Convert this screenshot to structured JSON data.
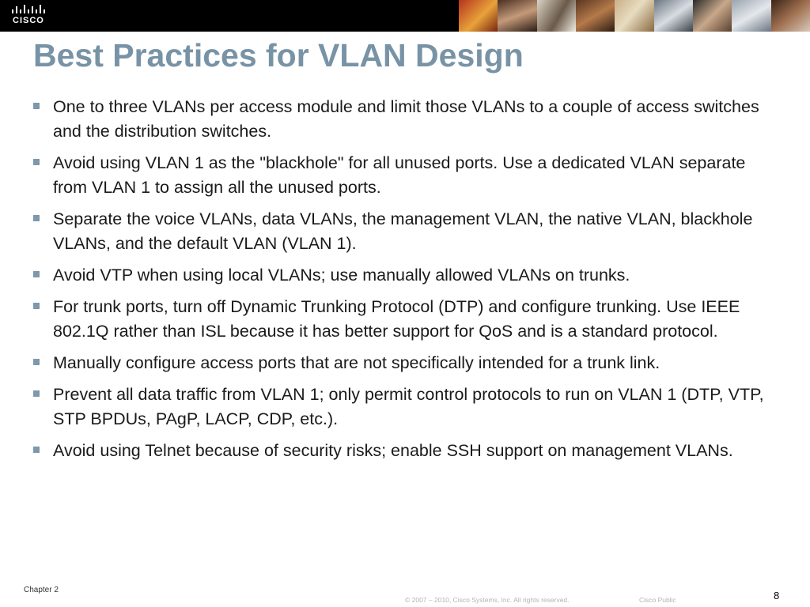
{
  "header": {
    "logo_text": "CISCO",
    "logo_icon": "cisco-bridge-logo-icon",
    "band_color": "#000000"
  },
  "title": "Best Practices for VLAN Design",
  "title_color": "#7893a6",
  "bullet_color": "#7f98ab",
  "bullets": [
    "One to three VLANs per access module and limit those VLANs to a couple of access switches and the distribution switches.",
    "Avoid using VLAN 1 as the \"blackhole\" for all unused ports. Use a dedicated VLAN separate from VLAN 1 to assign all the unused ports.",
    "Separate the voice VLANs, data VLANs, the management VLAN, the native VLAN, blackhole VLANs, and the default VLAN (VLAN 1).",
    "Avoid VTP when using local VLANs; use manually allowed VLANs on trunks.",
    "For trunk ports, turn off Dynamic Trunking Protocol (DTP) and configure trunking. Use IEEE 802.1Q rather than ISL because it has better support for QoS and is a standard protocol.",
    "Manually configure access ports that are not specifically intended for a trunk link.",
    "Prevent all data traffic from VLAN 1; only permit control protocols to run on VLAN 1 (DTP, VTP, STP BPDUs, PAgP, LACP, CDP, etc.).",
    "Avoid using Telnet because of security risks; enable SSH support on management VLANs."
  ],
  "footer": {
    "chapter": "Chapter 2",
    "copyright": "© 2007 – 2010, Cisco Systems, Inc. All rights reserved.",
    "classification": "Cisco Public",
    "page_number": "8"
  }
}
